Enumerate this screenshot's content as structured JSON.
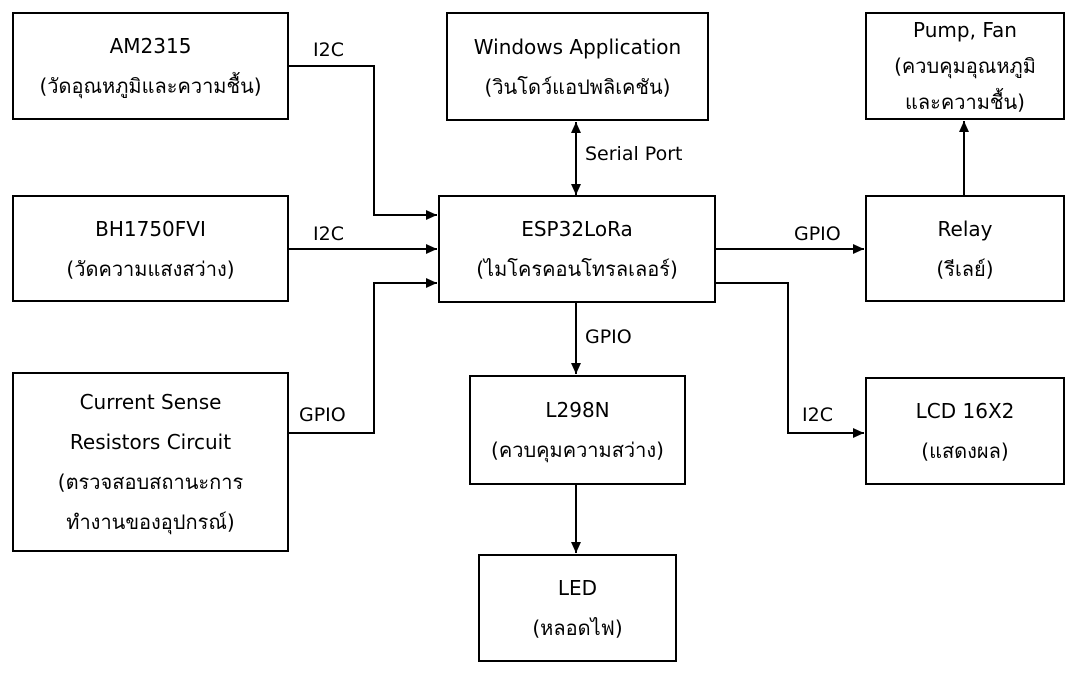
{
  "blocks": {
    "am2315": {
      "name": "AM2315",
      "desc": "(วัดอุณหภูมิและความชื้น)"
    },
    "bh1750": {
      "name": "BH1750FVI",
      "desc": "(วัดความแสงสว่าง)"
    },
    "current_sense": {
      "line1": "Current Sense",
      "line2": "Resistors Circuit",
      "line3": "(ตรวจสอบสถานะการ",
      "line4": "ทำงานของอุปกรณ์)"
    },
    "windows_app": {
      "name": "Windows Application",
      "desc": "(วินโดว์แอปพลิเคชัน)"
    },
    "esp32": {
      "name": "ESP32LoRa",
      "desc": "(ไมโครคอนโทรลเลอร์)"
    },
    "l298n": {
      "name": "L298N",
      "desc": "(ควบคุมความสว่าง)"
    },
    "led": {
      "name": "LED",
      "desc": "(หลอดไฟ)"
    },
    "pump_fan": {
      "line1": "Pump, Fan",
      "line2": "(ควบคุมอุณหภูมิ",
      "line3": "และความชื้น)"
    },
    "relay": {
      "name": "Relay",
      "desc": "(รีเลย์)"
    },
    "lcd": {
      "name": "LCD 16X2",
      "desc": "(แสดงผล)"
    }
  },
  "connections": {
    "am2315_esp32": "I2C",
    "bh1750_esp32": "I2C",
    "current_esp32": "GPIO",
    "esp32_windows": "Serial Port",
    "esp32_l298n": "GPIO",
    "esp32_relay": "GPIO",
    "esp32_lcd": "I2C"
  }
}
